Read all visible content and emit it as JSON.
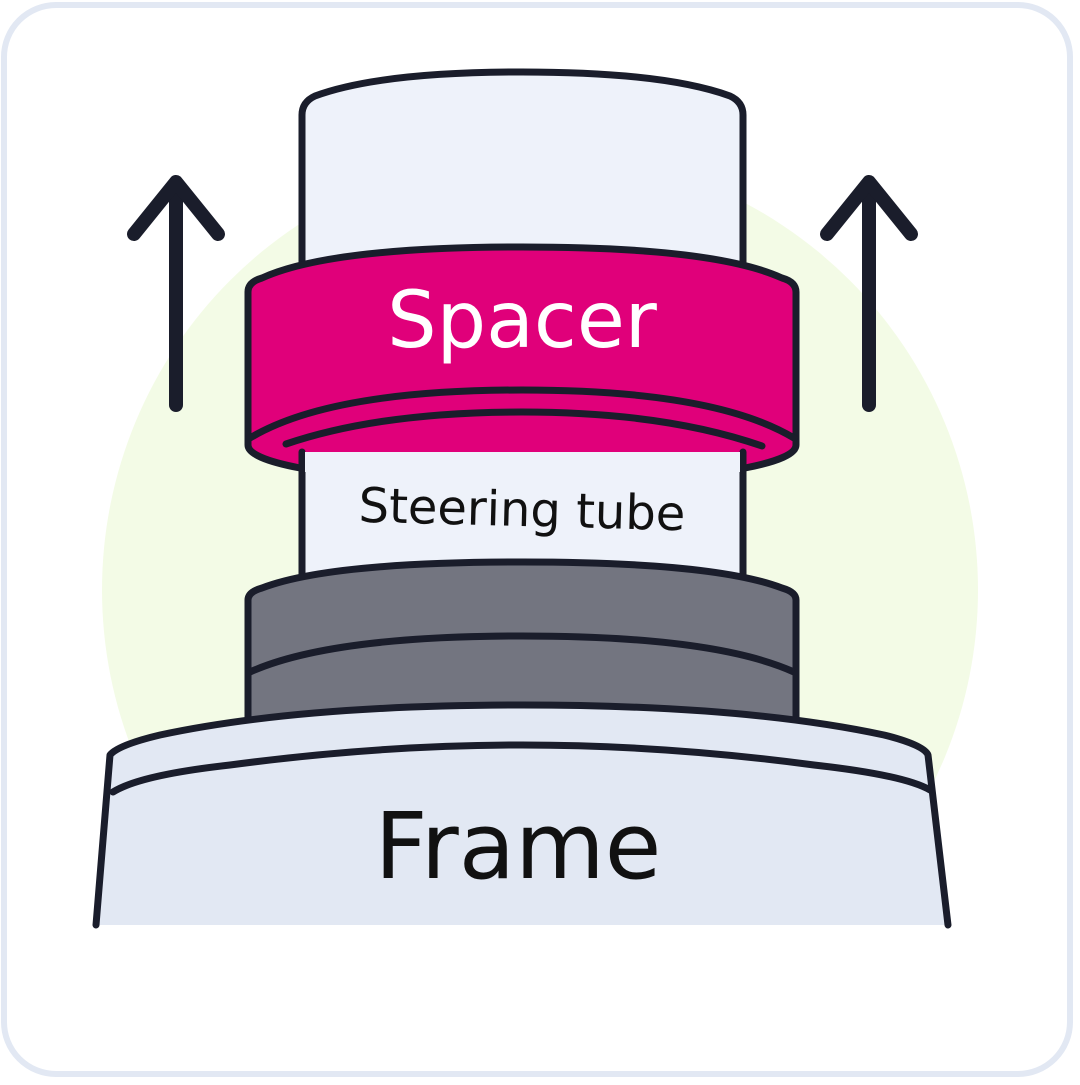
{
  "labels": {
    "spacer": "Spacer",
    "steering_tube": "Steering tube",
    "frame": "Frame"
  },
  "colors": {
    "card_border": "#e2e8f3",
    "background_circle": "#f3fbe6",
    "tube_fill": "#eef2fa",
    "spacer_fill": "#e0007a",
    "headset_fill": "#737580",
    "frame_fill": "#e2e8f3",
    "outline": "#1a1d2b",
    "arrow": "#1a1d2b",
    "spacer_text": "#ffffff",
    "dark_text": "#111111"
  },
  "icons": {
    "left_arrow": "arrow-up-icon",
    "right_arrow": "arrow-up-icon"
  }
}
